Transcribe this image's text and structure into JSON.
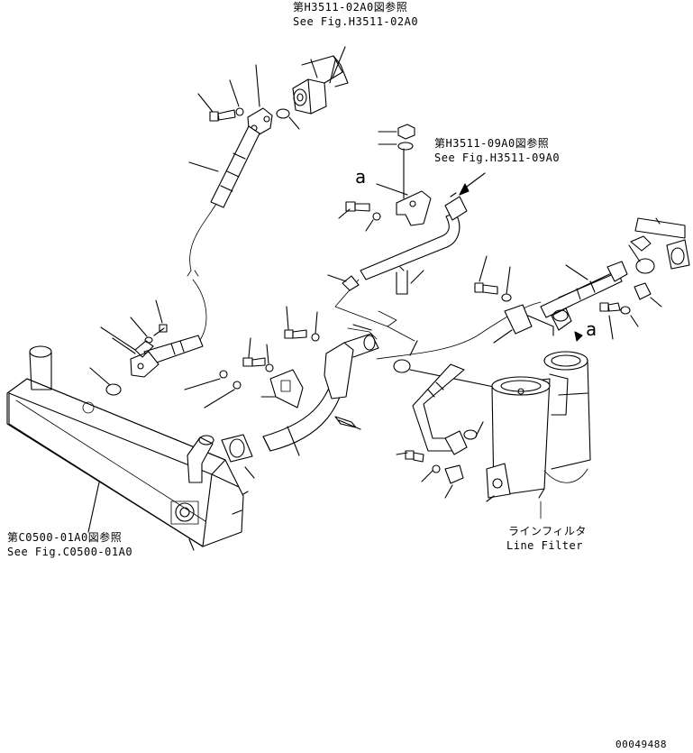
{
  "refs": {
    "top": {
      "jp": "第H3511-02A0図参照",
      "en": "See Fig.H3511-02A0"
    },
    "mid": {
      "jp": "第H3511-09A0図参照",
      "en": "See Fig.H3511-09A0"
    },
    "left": {
      "jp": "第C0500-01A0図参照",
      "en": "See Fig.C0500-01A0"
    }
  },
  "part_label": {
    "jp": "ラインフィルタ",
    "en": "Line Filter"
  },
  "callouts": {
    "a1": "a",
    "a2": "a"
  },
  "drawing_number": "00049488"
}
